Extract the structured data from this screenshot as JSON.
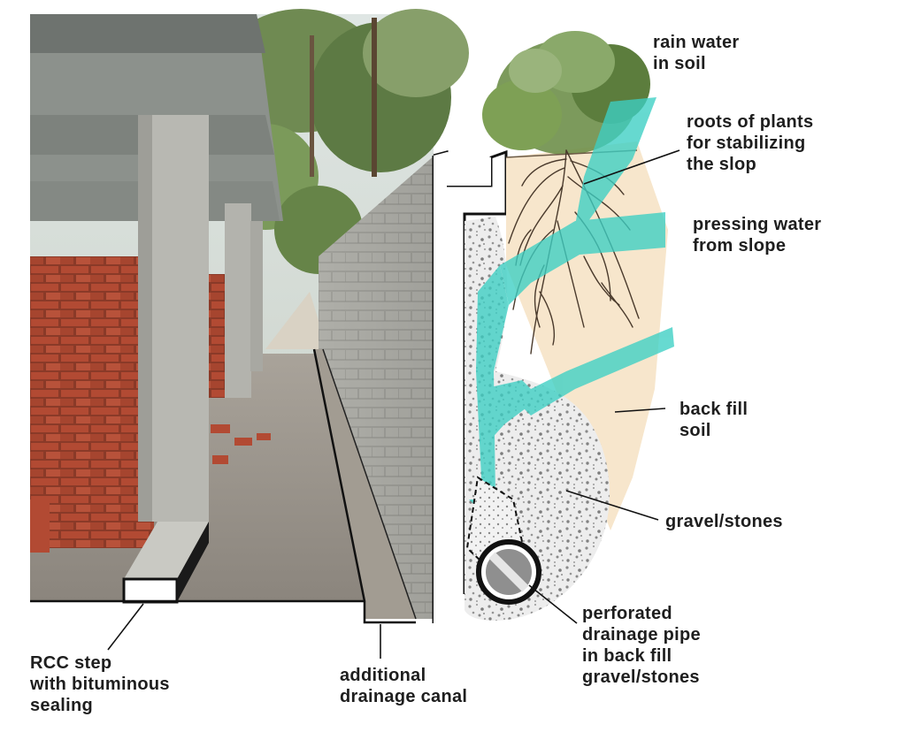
{
  "labels": {
    "rain_water": [
      "rain water",
      "in soil"
    ],
    "roots": [
      "roots of plants",
      "for stabilizing",
      "the slop"
    ],
    "pressing_water": [
      "pressing water",
      "from slope"
    ],
    "back_fill": [
      "back fill",
      "soil"
    ],
    "gravel": [
      "gravel/stones"
    ],
    "pipe": [
      "perforated",
      "drainage pipe",
      "in back fill",
      "gravel/stones"
    ],
    "rcc_step": [
      "RCC step",
      "with bituminous",
      "sealing"
    ],
    "canal": [
      "additional",
      "drainage canal"
    ]
  },
  "colors": {
    "water": "#3ccfc4",
    "backfill": "#f7e6cc",
    "gravel": "#9a9a9a",
    "brick": "#a8452f",
    "concrete": "#9c9c96",
    "foliage": "#6e8f4a",
    "ink": "#1e1e1e"
  },
  "icons": [
    "roots-icon",
    "tree-icon",
    "drainage-pipe-icon"
  ]
}
